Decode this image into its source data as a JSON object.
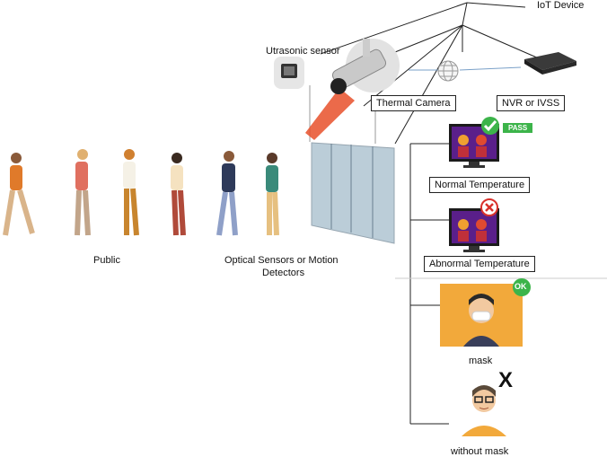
{
  "labels": {
    "iot_device": "IoT Device",
    "ultrasonic_sensor": "Utrasonic sensor",
    "thermal_camera": "Thermal Camera",
    "nvr": "NVR or IVSS",
    "public": "Public",
    "optical_sensors": "Optical Sensors or Motion",
    "optical_sensors_2": "Detectors",
    "normal_temperature": "Normal Temperature",
    "abnormal_temperature": "Abnormal Temperature",
    "mask": "mask",
    "without_mask": "without mask",
    "pass_badge": "PASS",
    "ok_badge": "OK",
    "x_mark": "X"
  },
  "colors": {
    "beam": "#e8502a",
    "pass_green": "#3cb44a",
    "fail_red": "#d9312b",
    "glass": "#9fb8c8",
    "tile_orange": "#f2a93b"
  },
  "icons": [
    "camera-icon",
    "ultrasonic-sensor-icon",
    "globe-icon",
    "nvr-device-icon",
    "check-icon",
    "cross-icon"
  ]
}
